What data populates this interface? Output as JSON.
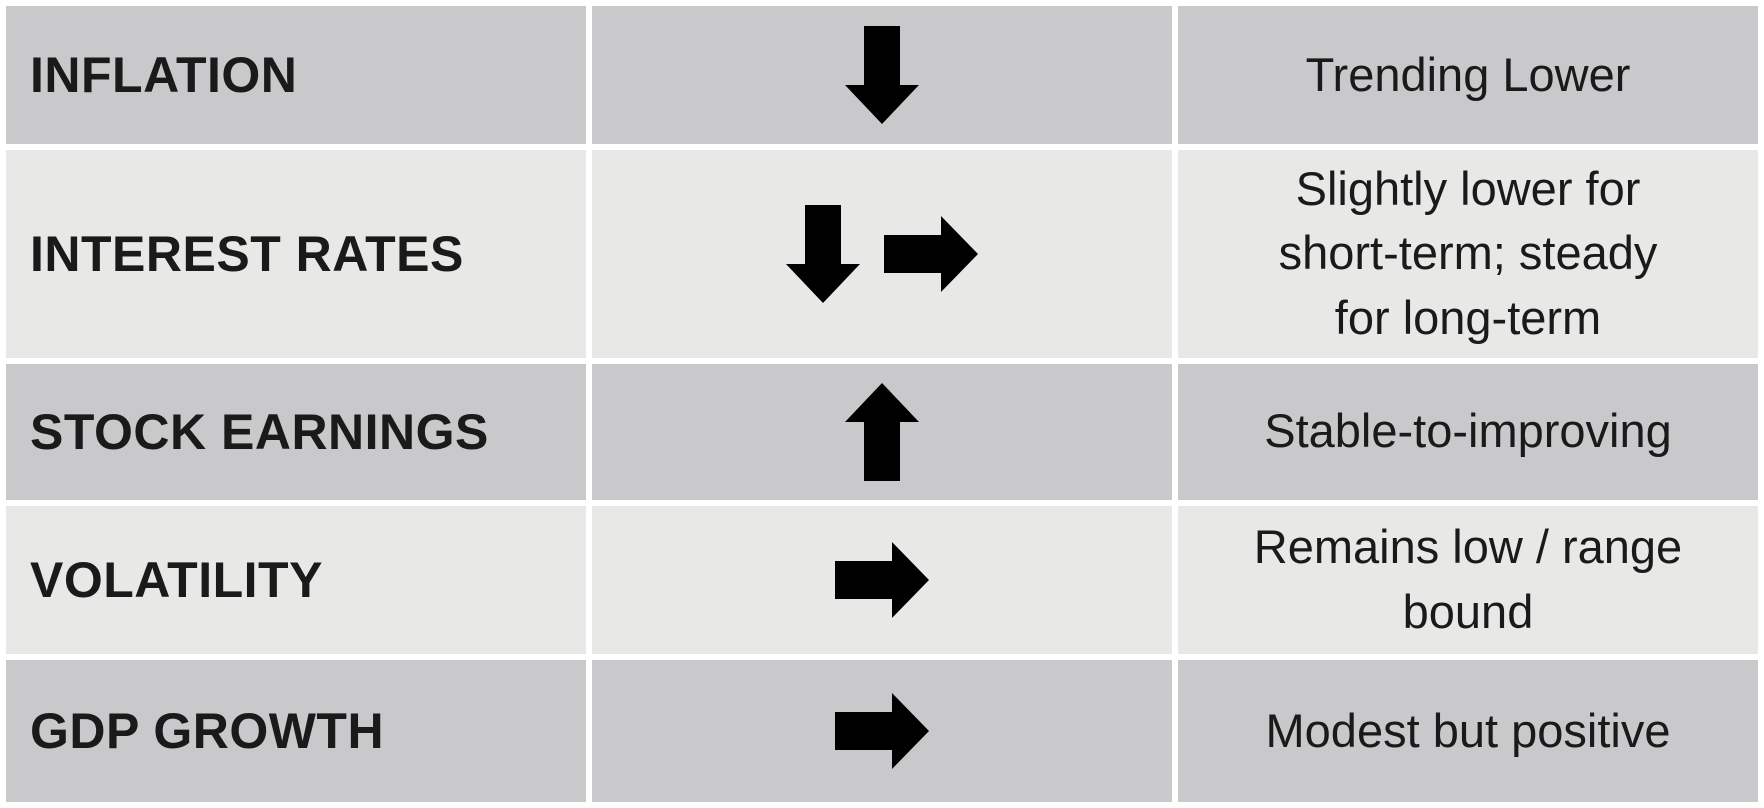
{
  "colors": {
    "row_dark": "#C9C9CB",
    "row_light": "#E8E8E7",
    "arrow_fill": "#13293F",
    "arrow_stroke": "#0D1827",
    "text": "#1A1A1A",
    "background": "#FFFFFF"
  },
  "table": {
    "rows": [
      {
        "indicator": "INFLATION",
        "trend": [
          "down"
        ],
        "outlook": "Trending Lower",
        "shade": "dark"
      },
      {
        "indicator": "INTEREST RATES",
        "trend": [
          "down",
          "right"
        ],
        "outlook": "Slightly lower for\nshort-term; steady\nfor long-term",
        "shade": "light"
      },
      {
        "indicator": "STOCK EARNINGS",
        "trend": [
          "up"
        ],
        "outlook": "Stable-to-improving",
        "shade": "dark"
      },
      {
        "indicator": "VOLATILITY",
        "trend": [
          "right"
        ],
        "outlook": "Remains low / range\nbound",
        "shade": "light"
      },
      {
        "indicator": "GDP GROWTH",
        "trend": [
          "right"
        ],
        "outlook": "Modest but positive",
        "shade": "dark"
      }
    ]
  }
}
